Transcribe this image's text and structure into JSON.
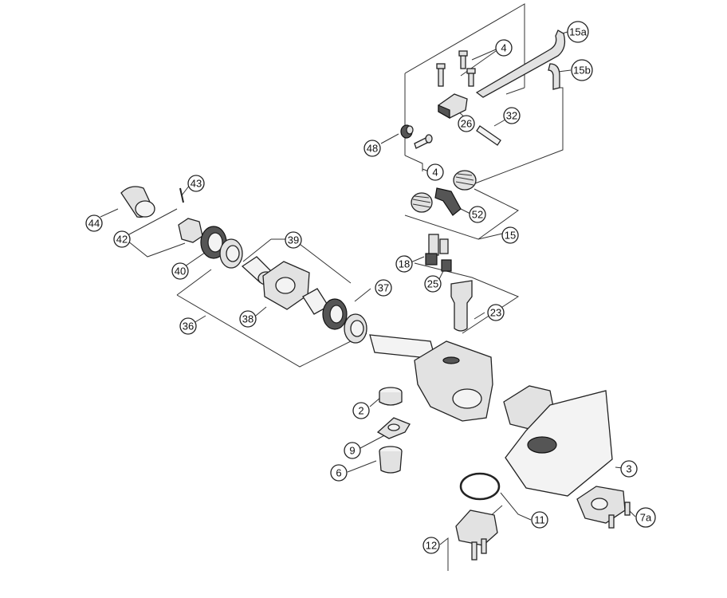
{
  "callouts": [
    {
      "id": "c-15a",
      "label": "15a"
    },
    {
      "id": "c-15b",
      "label": "15b"
    },
    {
      "id": "c-4-top",
      "label": "4"
    },
    {
      "id": "c-32",
      "label": "32"
    },
    {
      "id": "c-26",
      "label": "26"
    },
    {
      "id": "c-48",
      "label": "48"
    },
    {
      "id": "c-4-mid",
      "label": "4"
    },
    {
      "id": "c-52",
      "label": "52"
    },
    {
      "id": "c-15",
      "label": "15"
    },
    {
      "id": "c-43",
      "label": "43"
    },
    {
      "id": "c-44",
      "label": "44"
    },
    {
      "id": "c-42",
      "label": "42"
    },
    {
      "id": "c-39",
      "label": "39"
    },
    {
      "id": "c-40",
      "label": "40"
    },
    {
      "id": "c-18",
      "label": "18"
    },
    {
      "id": "c-25",
      "label": "25"
    },
    {
      "id": "c-37",
      "label": "37"
    },
    {
      "id": "c-38",
      "label": "38"
    },
    {
      "id": "c-23",
      "label": "23"
    },
    {
      "id": "c-36",
      "label": "36"
    },
    {
      "id": "c-2",
      "label": "2"
    },
    {
      "id": "c-9",
      "label": "9"
    },
    {
      "id": "c-6",
      "label": "6"
    },
    {
      "id": "c-3",
      "label": "3"
    },
    {
      "id": "c-11",
      "label": "11"
    },
    {
      "id": "c-7a",
      "label": "7a"
    },
    {
      "id": "c-12",
      "label": "12"
    }
  ]
}
